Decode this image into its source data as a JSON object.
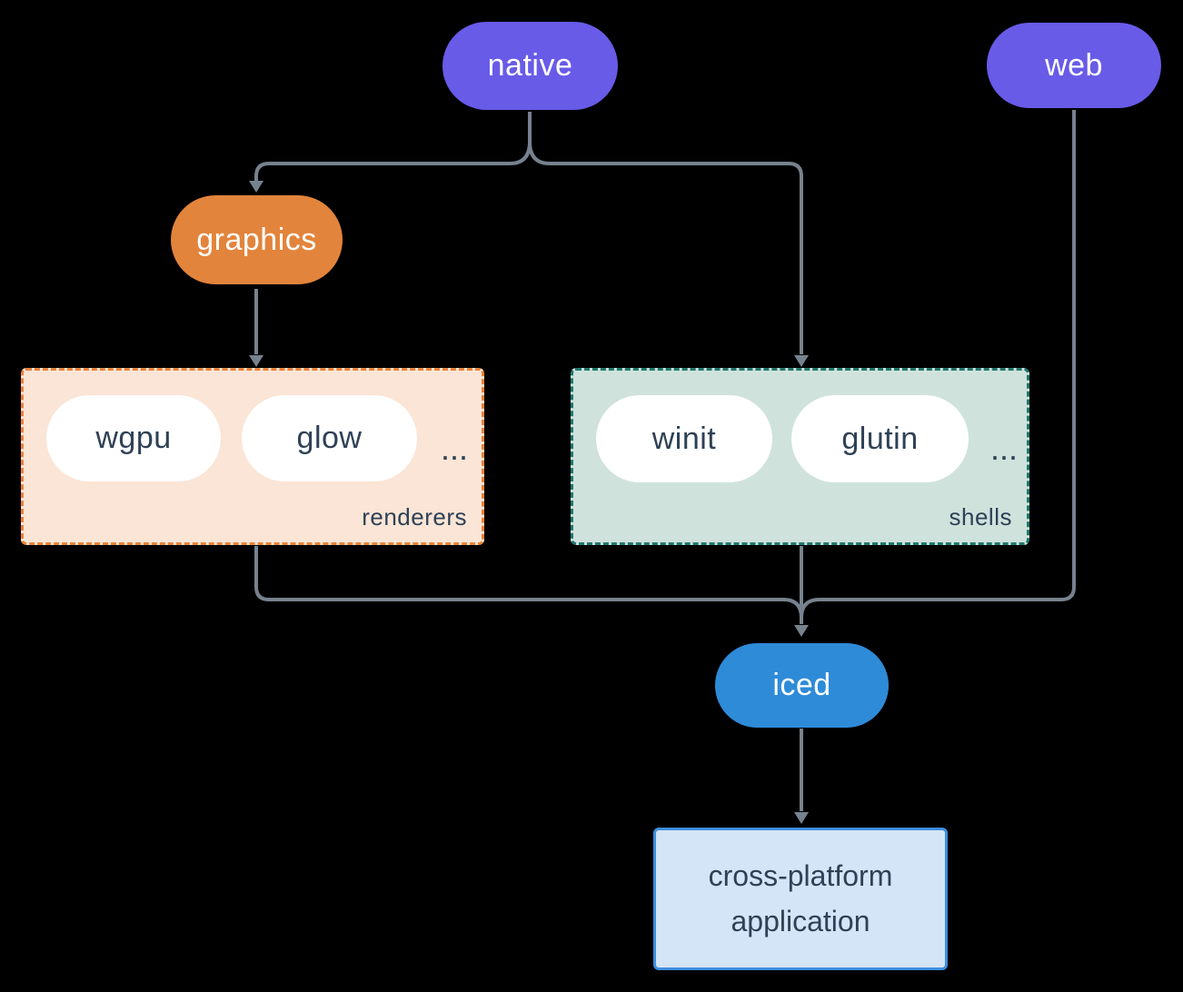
{
  "diagram": {
    "background": "#000000",
    "connector_color": "#76828E",
    "ink_color": "#2F4156",
    "nodes": {
      "native": {
        "label": "native",
        "fill": "#685BE7",
        "text": "#FFFFFF"
      },
      "web": {
        "label": "web",
        "fill": "#685BE7",
        "text": "#FFFFFF"
      },
      "graphics": {
        "label": "graphics",
        "fill": "#E2843C",
        "text": "#FFFFFF"
      },
      "iced": {
        "label": "iced",
        "fill": "#2E8BD8",
        "text": "#FFFFFF"
      },
      "application": {
        "label": "cross-platform application",
        "fill": "#D4E5F7",
        "border": "#3E8EDE"
      }
    },
    "groups": {
      "renderers": {
        "label": "renderers",
        "fill": "#FAE5D6",
        "border": "#E8833A",
        "item_fill": "#FFFFFF",
        "items": [
          {
            "label": "wgpu"
          },
          {
            "label": "glow"
          }
        ],
        "ellipsis": "..."
      },
      "shells": {
        "label": "shells",
        "fill": "#CFE2DC",
        "border": "#20786E",
        "item_fill": "#FFFFFF",
        "items": [
          {
            "label": "winit"
          },
          {
            "label": "glutin"
          }
        ],
        "ellipsis": "..."
      }
    }
  }
}
